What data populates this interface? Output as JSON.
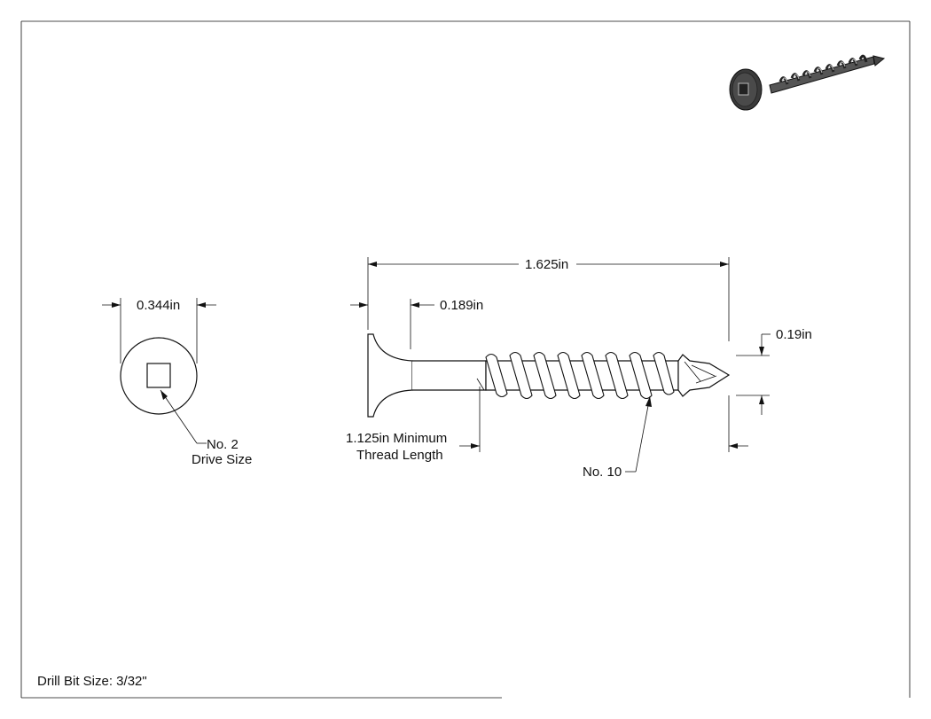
{
  "drawing": {
    "end_view": {
      "head_diameter": "0.344in",
      "drive_label_line1": "No. 2",
      "drive_label_line2": "Drive Size"
    },
    "side_view": {
      "overall_length": "1.625in",
      "head_height": "0.189in",
      "tip_dimension": "0.19in",
      "thread_length_line1": "1.125in Minimum",
      "thread_length_line2": "Thread Length",
      "screw_size": "No. 10"
    },
    "footer": {
      "drill_bit": "Drill Bit Size: 3/32\""
    }
  }
}
